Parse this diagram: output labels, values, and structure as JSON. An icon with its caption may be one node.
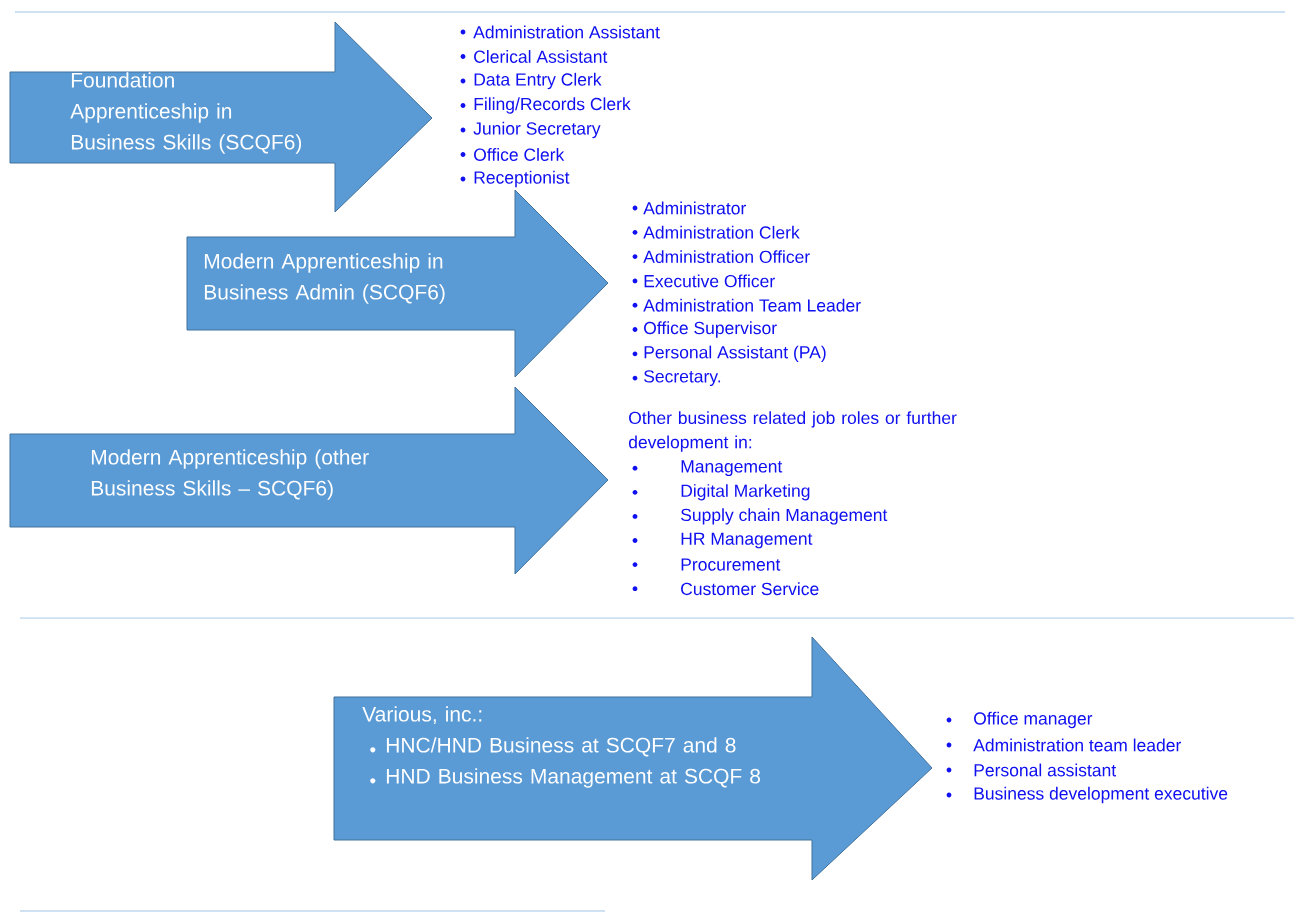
{
  "diagram": {
    "nodes": [
      {
        "text": [
          "Foundation Apprenticeship in Business Skills (SCQF6)"
        ],
        "beside": [
          "Administration Assistant",
          "Clerical Assistant",
          "Data Entry Clerk",
          "Filing/Records Clerk",
          "Junior Secretary",
          "Office Clerk",
          "Receptionist"
        ]
      },
      {
        "text": [
          "Modern Apprenticeship in Business Admin (SCQF6)"
        ],
        "beside": [
          "Administrator",
          "Administration Clerk",
          "Administration Officer",
          "Executive Officer",
          "Administration Team Leader",
          "Office Supervisor",
          "Personal Assistant (PA)",
          "Secretary."
        ]
      },
      {
        "text": [
          "Modern Apprenticeship (other Business Skills – SCQF6)"
        ],
        "beside": [
          "Other business related job roles or further development in:",
          "Management",
          "Digital Marketing",
          "Supply chain Management",
          "HR Management",
          "Procurement",
          "Customer Service"
        ]
      },
      {
        "text": [
          "Various, inc.:",
          "HNC/HND Business at SCQF7 and 8",
          "HND Business Management at SCQF 8"
        ],
        "beside": [
          "Office manager",
          "Administration team leader",
          "Personal assistant",
          "Business development executive"
        ]
      }
    ]
  }
}
